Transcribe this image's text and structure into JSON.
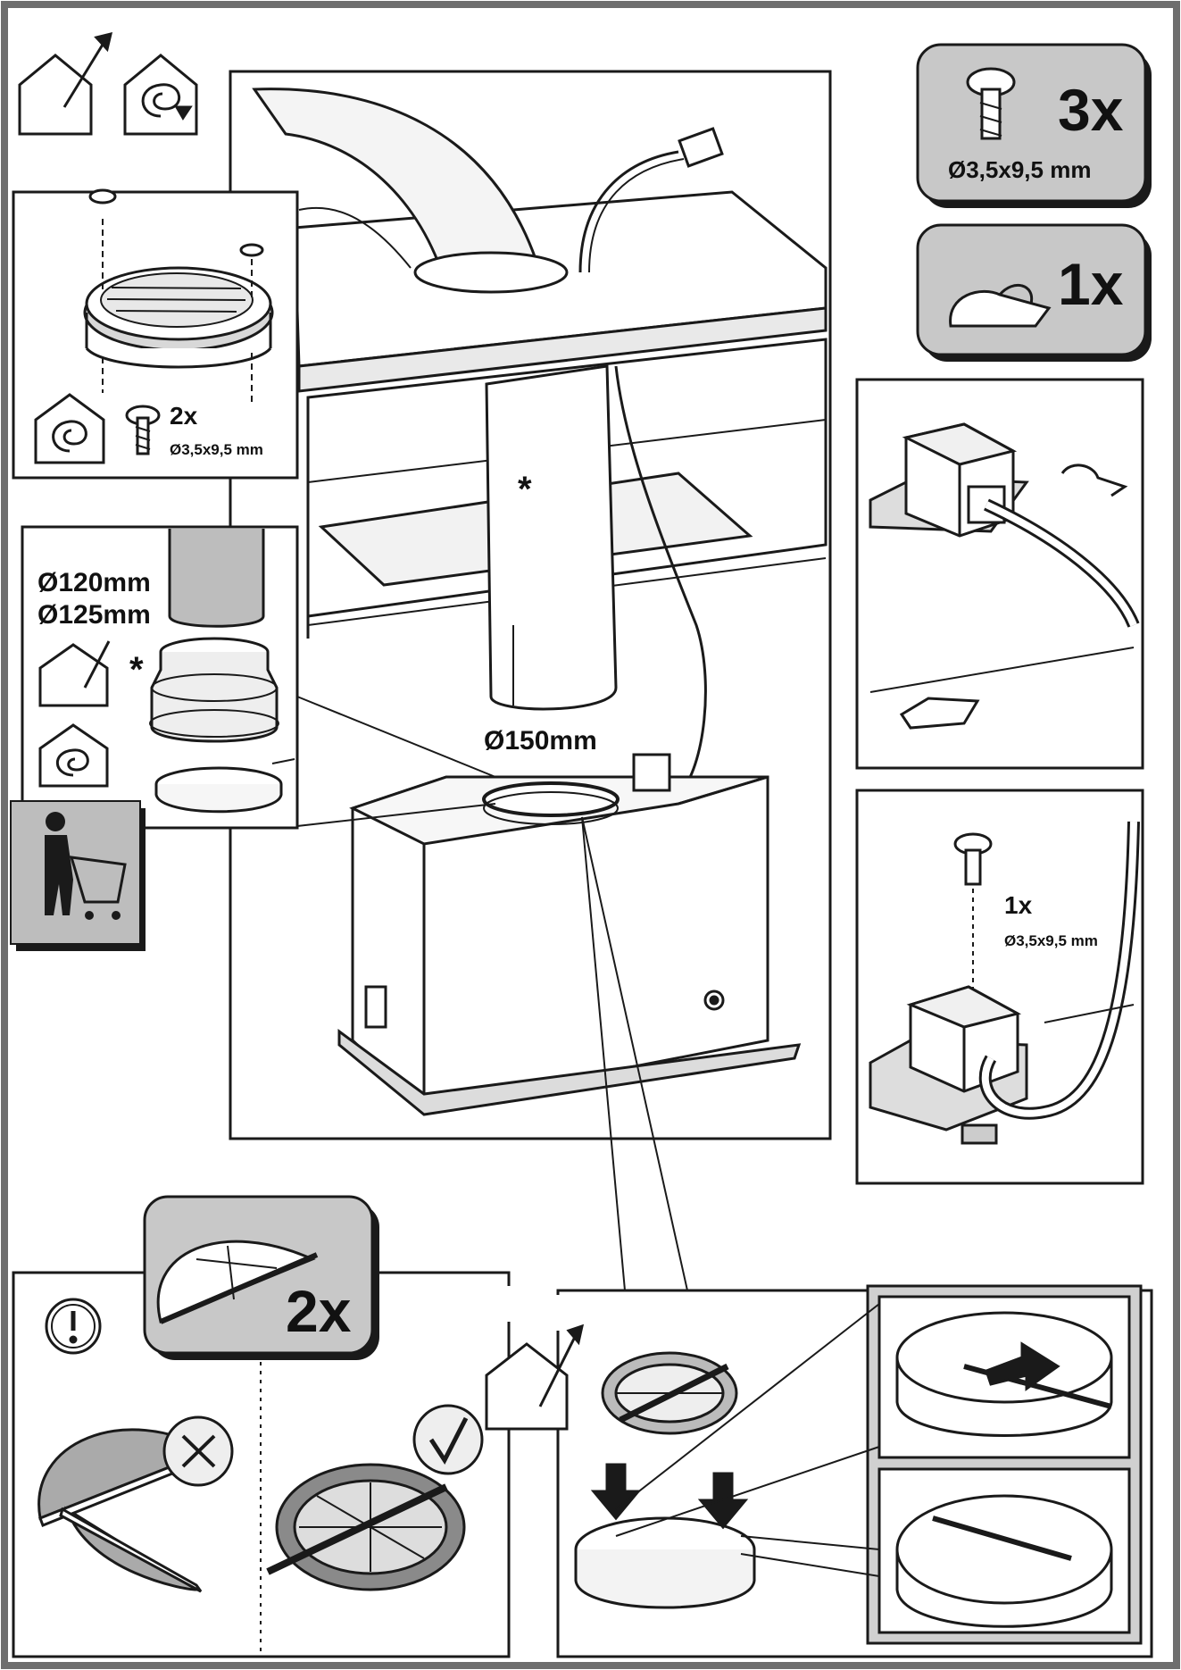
{
  "badges": {
    "screws_top": {
      "count": "3x",
      "size": "Ø3,5x9,5 mm"
    },
    "clip_top": {
      "count": "1x"
    },
    "flap_bottom": {
      "count": "2x"
    }
  },
  "filter_inset": {
    "count": "2x",
    "size": "Ø3,5x9,5 mm"
  },
  "adapter_inset": {
    "dia1": "Ø120mm",
    "dia2": "Ø125mm",
    "star": "*"
  },
  "main": {
    "outlet_dia": "Ø150mm",
    "star": "*"
  },
  "cable_clip_panel": {
    "count": "1x",
    "size": "Ø3,5x9,5 mm"
  },
  "colors": {
    "badge_fill": "#c8c8c8",
    "line": "#1a1a1a",
    "frame": "#6e6e6e",
    "panel_grey": "#d0d0d0"
  }
}
